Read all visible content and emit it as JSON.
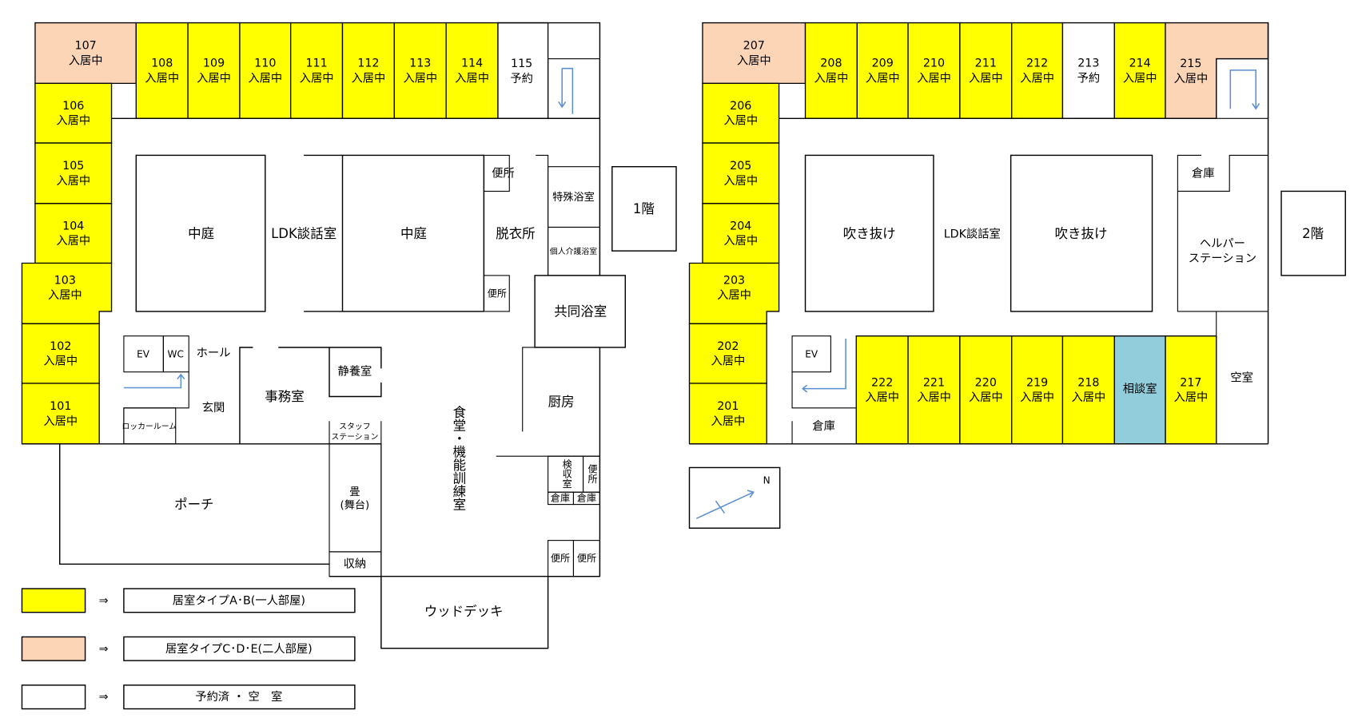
{
  "colors": {
    "type_ab": "#ffff00",
    "type_cde": "#fbd5b5",
    "vacant": "#ffffff",
    "consult": "#92cddc"
  },
  "floor1": {
    "label": "1階",
    "rooms": [
      {
        "no": "107",
        "status": "入居中",
        "type": "type_cde"
      },
      {
        "no": "108",
        "status": "入居中",
        "type": "type_ab"
      },
      {
        "no": "109",
        "status": "入居中",
        "type": "type_ab"
      },
      {
        "no": "110",
        "status": "入居中",
        "type": "type_ab"
      },
      {
        "no": "111",
        "status": "入居中",
        "type": "type_ab"
      },
      {
        "no": "112",
        "status": "入居中",
        "type": "type_ab"
      },
      {
        "no": "113",
        "status": "入居中",
        "type": "type_ab"
      },
      {
        "no": "114",
        "status": "入居中",
        "type": "type_ab"
      },
      {
        "no": "115",
        "status": "予約",
        "type": "vacant"
      },
      {
        "no": "106",
        "status": "入居中",
        "type": "type_ab"
      },
      {
        "no": "105",
        "status": "入居中",
        "type": "type_ab"
      },
      {
        "no": "104",
        "status": "入居中",
        "type": "type_ab"
      },
      {
        "no": "103",
        "status": "入居中",
        "type": "type_ab"
      },
      {
        "no": "102",
        "status": "入居中",
        "type": "type_ab"
      },
      {
        "no": "101",
        "status": "入居中",
        "type": "type_ab"
      }
    ],
    "areas": {
      "courtyard1": "中庭",
      "ldk": "LDK談話室",
      "courtyard2": "中庭",
      "toilet_a": "便所",
      "toilet_b": "便所",
      "dressing": "脱衣所",
      "special_bath": "特殊浴室",
      "private_bath": "個人介護浴室",
      "shared_bath": "共同浴室",
      "ev": "EV",
      "wc": "WC",
      "hall": "ホール",
      "locker": "ロッカールーム",
      "entrance": "玄関",
      "office": "事務室",
      "rest": "静養室",
      "staff1": "スタッフ",
      "staff2": "ステーション",
      "dining": "食堂・機能訓練室",
      "kitchen": "厨房",
      "inspect": "検収室",
      "toilet_c": "便所",
      "storage_a": "倉庫",
      "storage_b": "倉庫",
      "toilet_d": "便所",
      "toilet_e": "便所",
      "porch": "ポーチ",
      "tatami1": "畳",
      "tatami2": "(舞台)",
      "closet": "収納",
      "deck": "ウッドデッキ"
    }
  },
  "floor2": {
    "label": "2階",
    "rooms": [
      {
        "no": "207",
        "status": "入居中",
        "type": "type_cde"
      },
      {
        "no": "208",
        "status": "入居中",
        "type": "type_ab"
      },
      {
        "no": "209",
        "status": "入居中",
        "type": "type_ab"
      },
      {
        "no": "210",
        "status": "入居中",
        "type": "type_ab"
      },
      {
        "no": "211",
        "status": "入居中",
        "type": "type_ab"
      },
      {
        "no": "212",
        "status": "入居中",
        "type": "type_ab"
      },
      {
        "no": "213",
        "status": "予約",
        "type": "vacant"
      },
      {
        "no": "214",
        "status": "入居中",
        "type": "type_ab"
      },
      {
        "no": "215",
        "status": "入居中",
        "type": "type_cde"
      },
      {
        "no": "206",
        "status": "入居中",
        "type": "type_ab"
      },
      {
        "no": "205",
        "status": "入居中",
        "type": "type_ab"
      },
      {
        "no": "204",
        "status": "入居中",
        "type": "type_ab"
      },
      {
        "no": "203",
        "status": "入居中",
        "type": "type_ab"
      },
      {
        "no": "202",
        "status": "入居中",
        "type": "type_ab"
      },
      {
        "no": "201",
        "status": "入居中",
        "type": "type_ab"
      },
      {
        "no": "222",
        "status": "入居中",
        "type": "type_ab"
      },
      {
        "no": "221",
        "status": "入居中",
        "type": "type_ab"
      },
      {
        "no": "220",
        "status": "入居中",
        "type": "type_ab"
      },
      {
        "no": "219",
        "status": "入居中",
        "type": "type_ab"
      },
      {
        "no": "218",
        "status": "入居中",
        "type": "type_ab"
      },
      {
        "no": "217",
        "status": "入居中",
        "type": "type_ab"
      }
    ],
    "areas": {
      "void1": "吹き抜け",
      "ldk": "LDK談話室",
      "void2": "吹き抜け",
      "storage_a": "倉庫",
      "helper1": "ヘルパー",
      "helper2": "ステーション",
      "ev": "EV",
      "storage_b": "倉庫",
      "consult": "相談室",
      "vacant": "空室"
    }
  },
  "compass": {
    "north": "N"
  },
  "legend": [
    {
      "type": "type_ab",
      "arrow": "⇒",
      "label": "居室タイプA･B(一人部屋)"
    },
    {
      "type": "type_cde",
      "arrow": "⇒",
      "label": "居室タイプC･D･E(二人部屋)"
    },
    {
      "type": "vacant",
      "arrow": "⇒",
      "label": "予約済 ・ 空　室"
    }
  ]
}
